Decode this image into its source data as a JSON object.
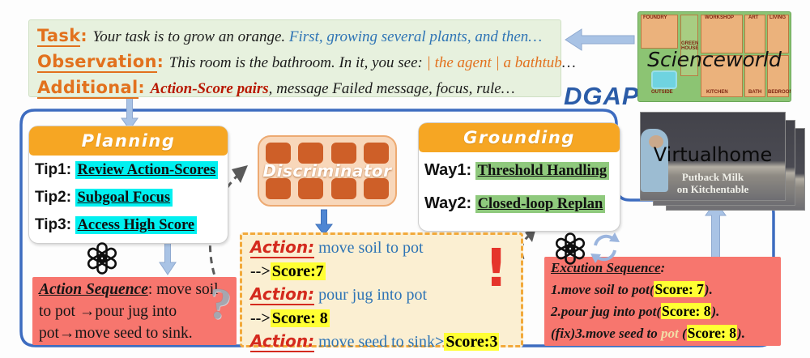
{
  "colors": {
    "frame_blue": "#3D6CC0",
    "header_orange": "#F6A623",
    "highlight_cyan": "#00F0F0",
    "highlight_green": "#8FC97D",
    "highlight_yellow": "#FFFF33",
    "box_red": "#F7766E"
  },
  "dgap": "DGAP",
  "prompt_box": {
    "task": {
      "label": "Task",
      "colon": ": ",
      "text": "Your task is to grow an orange.",
      "cont": " First, growing several plants, and then…"
    },
    "observation": {
      "label": "Observation",
      "colon": ": ",
      "text": "This room is the bathroom. In it, you see: ",
      "highlight": "| the agent | a bathtub",
      "ellipsis": "…"
    },
    "additional": {
      "label": "Additional",
      "colon": ": ",
      "emph": "Action-Score pairs",
      "text": ", message Failed message, focus, rule…"
    }
  },
  "scienceworld": {
    "title": "Scienceworld",
    "rooms": {
      "foundry": "FOUNDRY",
      "greenhouse": "GREEN HOUSE",
      "workshop": "WORKSHOP",
      "art": "ART",
      "living": "LIVING",
      "kitchen": "KITCHEN",
      "bath": "BATH",
      "bedroom": "BEDROOM",
      "outside": "OUTSIDE"
    }
  },
  "virtualhome": {
    "title": "Virtualhome",
    "caption1": "Putback Milk",
    "caption2": "on Kitchentable"
  },
  "planning": {
    "header": "Planning",
    "tips": [
      {
        "label": "Tip1:",
        "text": "Review Action-Scores"
      },
      {
        "label": "Tip2:",
        "text": "Subgoal Focus"
      },
      {
        "label": "Tip3:",
        "text": "Access High Score"
      }
    ]
  },
  "discriminator": {
    "label": "Discriminator"
  },
  "grounding": {
    "header": "Grounding",
    "ways": [
      {
        "label": "Way1:",
        "text": "Threshold Handling"
      },
      {
        "label": "Way2:",
        "text": "Closed-loop Replan"
      }
    ]
  },
  "action_sequence": {
    "title": "Action Sequence",
    "colon": ": ",
    "text": "move soil to pot →pour jug into pot→move seed to sink.",
    "question_mark": "?"
  },
  "score_box": {
    "rows": [
      {
        "label": "Action:",
        "action": " move soil to pot",
        "arrow": "-->",
        "score": "Score:7"
      },
      {
        "label": "Action:",
        "action": " pour jug into pot",
        "arrow": "-->",
        "score": "Score: 8"
      },
      {
        "label": "Action:",
        "action": " move seed to sink",
        "arrow": ">",
        "score": "Score:3"
      }
    ],
    "exclamation": "!"
  },
  "execution_box": {
    "title": "Excution Sequence",
    "title_colon": ":",
    "lines": [
      {
        "pre": "1.move soil to pot(",
        "score": "Score: 7",
        "post": ")."
      },
      {
        "pre": "2.pour jug into pot(",
        "score": "Score: 8",
        "post": ")."
      },
      {
        "pre": "(fix)3.move seed to ",
        "object": "pot",
        "mid": " (",
        "score": "Score: 8",
        "post": ")."
      }
    ]
  }
}
